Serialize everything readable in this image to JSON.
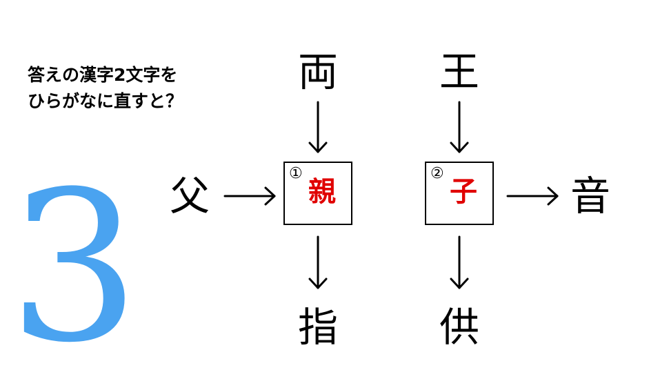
{
  "prompt": {
    "line1": "答えの漢字2文字を",
    "line2": "ひらがなに直すと？"
  },
  "puzzle_number": "3",
  "colors": {
    "number": "#4aa3f0",
    "answer": "#e00000",
    "line": "#000000"
  },
  "puzzle1": {
    "top": "両",
    "left": "父",
    "bottom": "指",
    "box_number": "①",
    "answer": "親"
  },
  "puzzle2": {
    "top": "王",
    "right": "音",
    "bottom": "供",
    "box_number": "②",
    "answer": "子"
  }
}
